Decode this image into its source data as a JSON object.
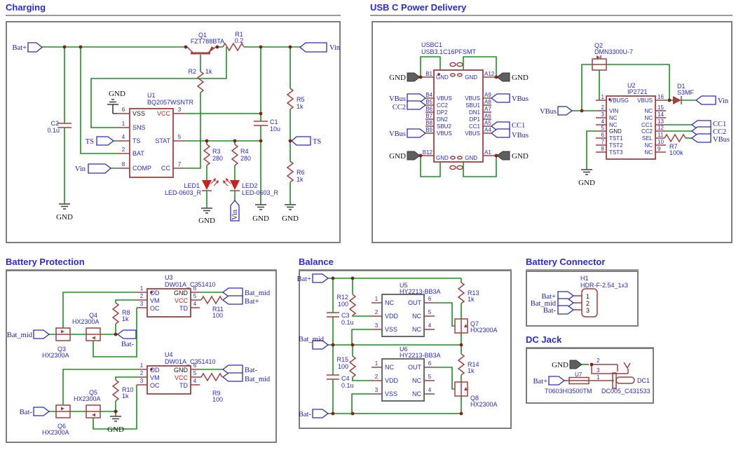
{
  "colors": {
    "wire": "#17941c",
    "component": "#a23f3f",
    "text_blue": "#2828cc",
    "text_red": "#cc1f1f",
    "net_label": "#1c1cb4",
    "title": "#2a2ae0",
    "box_border": "#7d7d7d",
    "gnd_symbol": "#3f3f3f",
    "junction": "#8c1b1b"
  },
  "net": {
    "gnd": "GND",
    "vin": "Vin",
    "vbus": "VBus",
    "bat_plus": "Bat+",
    "bat_mid": "Bat_mid",
    "bat_minus": "Bat-",
    "ts": "TS",
    "cc1": "CC1",
    "cc2": "CC2"
  },
  "sections": {
    "charging": "Charging",
    "usb": "USB C Power Delivery",
    "protection": "Battery Protection",
    "balance": "Balance",
    "connector": "Battery Connector",
    "dcjack": "DC Jack"
  },
  "charging": {
    "q1": {
      "ref": "Q1",
      "val": "FZT788BTA"
    },
    "r1": {
      "ref": "R1",
      "val": "0.2"
    },
    "r2": {
      "ref": "R2",
      "val": "1k"
    },
    "r3": {
      "ref": "R3",
      "val": "280"
    },
    "r4": {
      "ref": "R4",
      "val": "280"
    },
    "r5": {
      "ref": "R5",
      "val": "1k"
    },
    "r6": {
      "ref": "R6",
      "val": "1k"
    },
    "c1": {
      "ref": "C1",
      "val": "10u"
    },
    "c2": {
      "ref": "C2",
      "val": "0.1u"
    },
    "led1": {
      "ref": "LED1",
      "val": "LED-0603_R"
    },
    "led2": {
      "ref": "LED2",
      "val": "LED-0603_R"
    },
    "u1": {
      "ref": "U1",
      "val": "BQ2057WSNTR",
      "left": [
        {
          "n": "6",
          "name": "VSS"
        },
        {
          "n": "1",
          "name": "SNS"
        },
        {
          "n": "4",
          "name": "TS"
        },
        {
          "n": "2",
          "name": "BAT"
        },
        {
          "n": "8",
          "name": "COMP"
        }
      ],
      "right": [
        {
          "n": "3",
          "name": "VCC"
        },
        {
          "n": "5",
          "name": "STAT"
        },
        {
          "n": "7",
          "name": "CC"
        }
      ]
    }
  },
  "usb": {
    "usbc1": {
      "ref": "USBC1",
      "val": "USB3.1C16PFSMT",
      "left": [
        {
          "n": "B1",
          "name": "GND"
        },
        {
          "n": "B4",
          "name": "VBUS"
        },
        {
          "n": "B5",
          "name": "CC2"
        },
        {
          "n": "B6",
          "name": "DP2"
        },
        {
          "n": "B7",
          "name": "DN2"
        },
        {
          "n": "B8",
          "name": "SBU2"
        },
        {
          "n": "B9",
          "name": "VBUS"
        },
        {
          "n": "B12",
          "name": "GND"
        }
      ],
      "right": [
        {
          "n": "A12",
          "name": "GND"
        },
        {
          "n": "A9",
          "name": "VBUS"
        },
        {
          "n": "A8",
          "name": "SBU1"
        },
        {
          "n": "A7",
          "name": "DN1"
        },
        {
          "n": "A6",
          "name": "DP1"
        },
        {
          "n": "A5",
          "name": "CC1"
        },
        {
          "n": "A4",
          "name": "VBUS"
        },
        {
          "n": "A1",
          "name": "GND"
        }
      ]
    },
    "q2": {
      "ref": "Q2",
      "val": "DMN3300U-7"
    },
    "d1": {
      "ref": "D1",
      "val": "S3MF"
    },
    "r7": {
      "ref": "R7",
      "val": "100k"
    },
    "u2": {
      "ref": "U2",
      "val": "IP2721",
      "left": [
        {
          "n": "1",
          "name": "VBUSG"
        },
        {
          "n": "2",
          "name": "VIN"
        },
        {
          "n": "3",
          "name": "NC"
        },
        {
          "n": "4",
          "name": "NC"
        },
        {
          "n": "5",
          "name": "GND"
        },
        {
          "n": "6",
          "name": "TST1"
        },
        {
          "n": "7",
          "name": "TST2"
        },
        {
          "n": "8",
          "name": "TST3"
        }
      ],
      "right": [
        {
          "n": "16",
          "name": "VBUS"
        },
        {
          "n": "15",
          "name": "NC"
        },
        {
          "n": "14",
          "name": "NC"
        },
        {
          "n": "13",
          "name": "CC1"
        },
        {
          "n": "12",
          "name": "CC2"
        },
        {
          "n": "11",
          "name": "SEL"
        },
        {
          "n": "10",
          "name": "NC"
        },
        {
          "n": "9",
          "name": "NC"
        }
      ]
    }
  },
  "protection": {
    "u3": {
      "ref": "U3",
      "val": "DW01A_C351410",
      "left": [
        {
          "n": "1",
          "name": "OD"
        },
        {
          "n": "2",
          "name": "VM"
        },
        {
          "n": "3",
          "name": "OC"
        }
      ],
      "right": [
        {
          "n": "6",
          "name": "GND"
        },
        {
          "n": "5",
          "name": "VCC"
        },
        {
          "n": "4",
          "name": "TD"
        }
      ]
    },
    "u4": {
      "ref": "U4",
      "val": "DW01A_C351410",
      "left": [
        {
          "n": "1",
          "name": "OD"
        },
        {
          "n": "2",
          "name": "VM"
        },
        {
          "n": "3",
          "name": "OC"
        }
      ],
      "right": [
        {
          "n": "6",
          "name": "GND"
        },
        {
          "n": "5",
          "name": "VCC"
        },
        {
          "n": "4",
          "name": "TD"
        }
      ]
    },
    "q3": {
      "ref": "Q3",
      "val": "HX2300A"
    },
    "q4": {
      "ref": "Q4",
      "val": "HX2300A"
    },
    "q5": {
      "ref": "Q5",
      "val": "HX2300A"
    },
    "q6": {
      "ref": "Q6",
      "val": "HX2300A"
    },
    "r8": {
      "ref": "R8",
      "val": "1k"
    },
    "r10": {
      "ref": "R10",
      "val": "1k"
    },
    "r11": {
      "ref": "R11",
      "val": "100"
    },
    "r9": {
      "ref": "R9",
      "val": "100"
    }
  },
  "balance": {
    "u5": {
      "ref": "U5",
      "val": "HY2213-BB3A",
      "left": [
        {
          "n": "1",
          "name": "NC"
        },
        {
          "n": "2",
          "name": "VDD"
        },
        {
          "n": "3",
          "name": "VSS"
        }
      ],
      "right": [
        {
          "n": "6",
          "name": "OUT"
        },
        {
          "n": "5",
          "name": "NC"
        },
        {
          "n": "4",
          "name": "NC"
        }
      ]
    },
    "u6": {
      "ref": "U6",
      "val": "HY2213-BB3A",
      "left": [
        {
          "n": "1",
          "name": "NC"
        },
        {
          "n": "2",
          "name": "VDD"
        },
        {
          "n": "3",
          "name": "VSS"
        }
      ],
      "right": [
        {
          "n": "6",
          "name": "OUT"
        },
        {
          "n": "5",
          "name": "NC"
        },
        {
          "n": "4",
          "name": "NC"
        }
      ]
    },
    "r12": {
      "ref": "R12",
      "val": "100"
    },
    "r13": {
      "ref": "R13",
      "val": "1k"
    },
    "r14": {
      "ref": "R14",
      "val": "1k"
    },
    "r15": {
      "ref": "R15",
      "val": "100"
    },
    "c3": {
      "ref": "C3",
      "val": "0.1u"
    },
    "c4": {
      "ref": "C4",
      "val": "0.1u"
    },
    "q7": {
      "ref": "Q7",
      "val": "HX2300A"
    },
    "q8": {
      "ref": "Q8",
      "val": "HX2300A"
    }
  },
  "connector": {
    "h1": {
      "ref": "H1",
      "val": "HDR-F-2.54_1x3",
      "pins": [
        "1",
        "2",
        "3"
      ]
    }
  },
  "dcjack": {
    "u7": {
      "ref": "U7",
      "val": "T0603HI3500TM"
    },
    "dc1": {
      "ref": "DC1",
      "val": "DC005_C431533"
    },
    "pins": [
      "2",
      "3",
      "1"
    ]
  }
}
